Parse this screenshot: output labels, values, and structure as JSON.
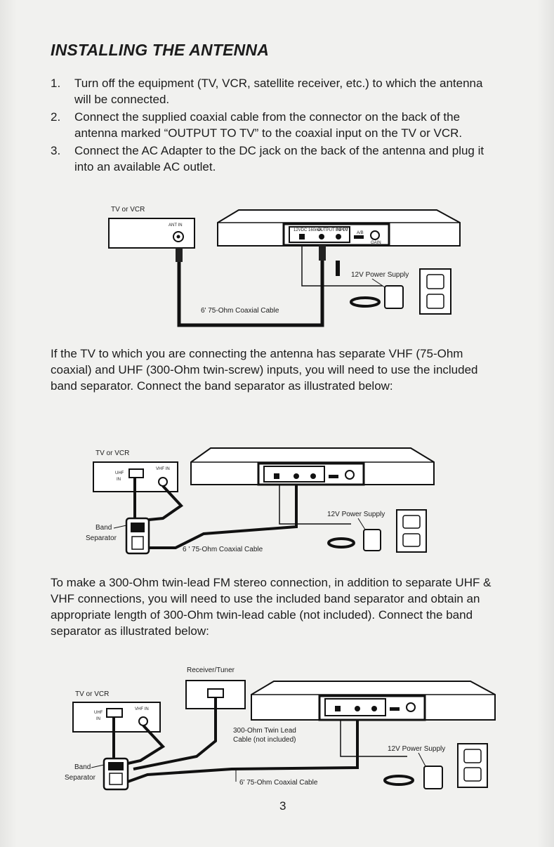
{
  "title": "INSTALLING THE ANTENNA",
  "steps": [
    {
      "num": "1.",
      "text": "Turn off the equipment (TV, VCR, satellite receiver, etc.) to which the antenna will be connected."
    },
    {
      "num": "2.",
      "text": "Connect the supplied coaxial cable from the connector on the back of the antenna marked “OUTPUT TO TV” to the coaxial input on the TV or VCR."
    },
    {
      "num": "3.",
      "text": "Connect the AC Adapter to the DC jack on the back of the antenna and plug it into an available AC outlet."
    }
  ],
  "paragraph_band_separator": "If the TV to which you are connecting the antenna has separate VHF (75-Ohm coaxial) and UHF (300-Ohm twin-screw) inputs, you will need to use the included band separator. Connect the band separator as illustrated below:",
  "paragraph_fm": "To make a 300-Ohm twin-lead FM stereo connection, in addition to separate UHF & VHF connections, you will need to use the included band separator and obtain an appropriate length of 300-Ohm twin-lead cable (not included). Connect the band separator as illustrated below:",
  "diagram1": {
    "tv_label": "TV or VCR",
    "ant_in_label": "ANT IN",
    "power_label": "12V Power Supply",
    "cable_label": "6' 75-Ohm Coaxial Cable"
  },
  "diagram2": {
    "tv_label": "TV or VCR",
    "uhf_label": "UHF",
    "in_label": "IN",
    "vhf_label": "VHF IN",
    "band_label_1": "Band",
    "band_label_2": "Separator",
    "power_label": "12V Power Supply",
    "cable_label": "6 ' 75-Ohm Coaxial Cable"
  },
  "diagram3": {
    "receiver_label": "Receiver/Tuner",
    "tv_label": "TV or VCR",
    "uhf_label": "UHF",
    "in_label": "IN",
    "vhf_label": "VHF IN",
    "twin_lead_label_1": "300-Ohm Twin Lead",
    "twin_lead_label_2": "Cable (not included)",
    "band_label_1": "Band",
    "band_label_2": "Separator",
    "power_label": "12V Power Supply",
    "cable_label": "6' 75-Ohm Coaxial Cable"
  },
  "antenna_panel_labels": {
    "dc": "12VDC 160mA",
    "output": "OUTPUT TO TV",
    "input": "INPUT",
    "ab": "A/B",
    "gain": "GAIN"
  },
  "page_number": "3"
}
